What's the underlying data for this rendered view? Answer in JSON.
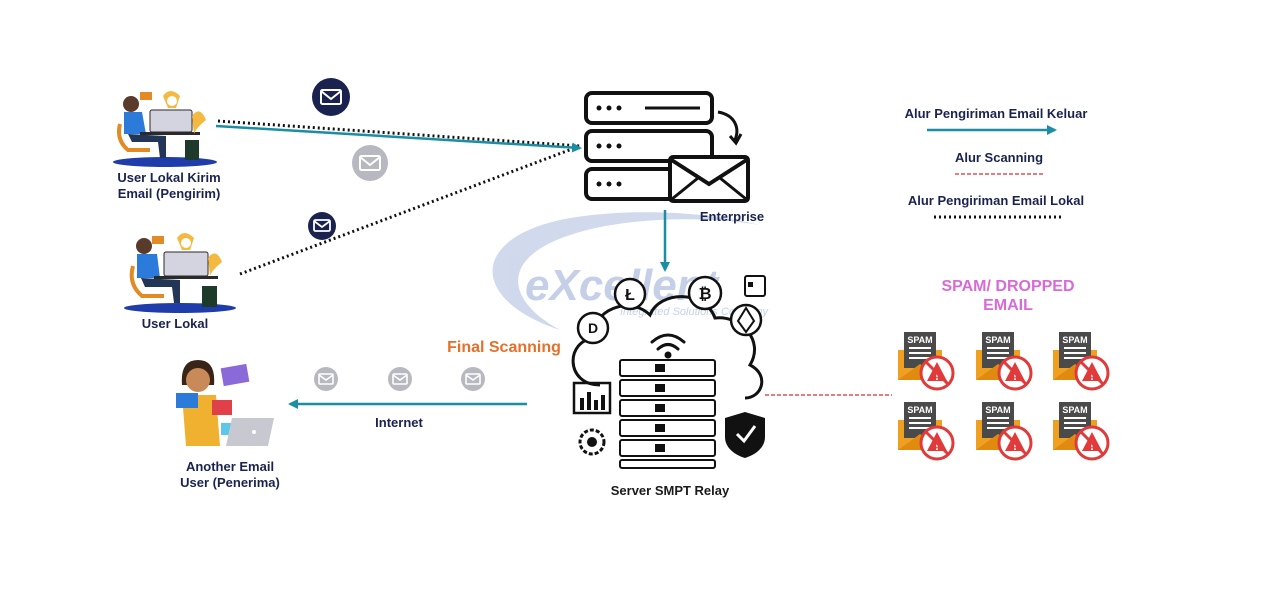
{
  "labels": {
    "sender_line1": "User Lokal Kirim",
    "sender_line2": "Email (Pengirim)",
    "local_user": "User Lokal",
    "enterprise": "Enterprise",
    "final_scanning": "Final Scanning",
    "internet": "Internet",
    "receiver_line1": "Another Email",
    "receiver_line2": "User (Penerima)",
    "relay_server": "Server SMPT Relay",
    "spam_line1": "SPAM/ DROPPED",
    "spam_line2": "EMAIL",
    "spam_badge": "SPAM"
  },
  "legend": [
    {
      "label": "Alur Pengiriman Email Keluar",
      "style": "arrow",
      "color": "#1b8ea3"
    },
    {
      "label": "Alur Scanning",
      "style": "dashed",
      "color": "#e05050"
    },
    {
      "label": "Alur Pengiriman Email Lokal",
      "style": "dotted",
      "color": "#111111"
    }
  ],
  "watermark": {
    "brand": "eXcellent",
    "tagline": "Integrated Solutions Company"
  },
  "colors": {
    "teal_flow": "#1b8ea3",
    "scan_flow": "#e05050",
    "local_flow": "#111111",
    "navy": "#1a2350",
    "orange": "#e5702a",
    "spam_pink": "#d86ad8",
    "spam_orange": "#f0a020",
    "spam_red": "#e03a3a"
  },
  "icons": [
    "envelope-icon",
    "server-icon",
    "cloud-icon",
    "wifi-icon",
    "shield-check-icon",
    "litecoin-icon",
    "bitcoin-icon",
    "ethereum-icon",
    "dash-icon",
    "gear-icon",
    "bar-chart-icon",
    "spam-envelope-icon",
    "warning-icon",
    "laptop-icon"
  ]
}
